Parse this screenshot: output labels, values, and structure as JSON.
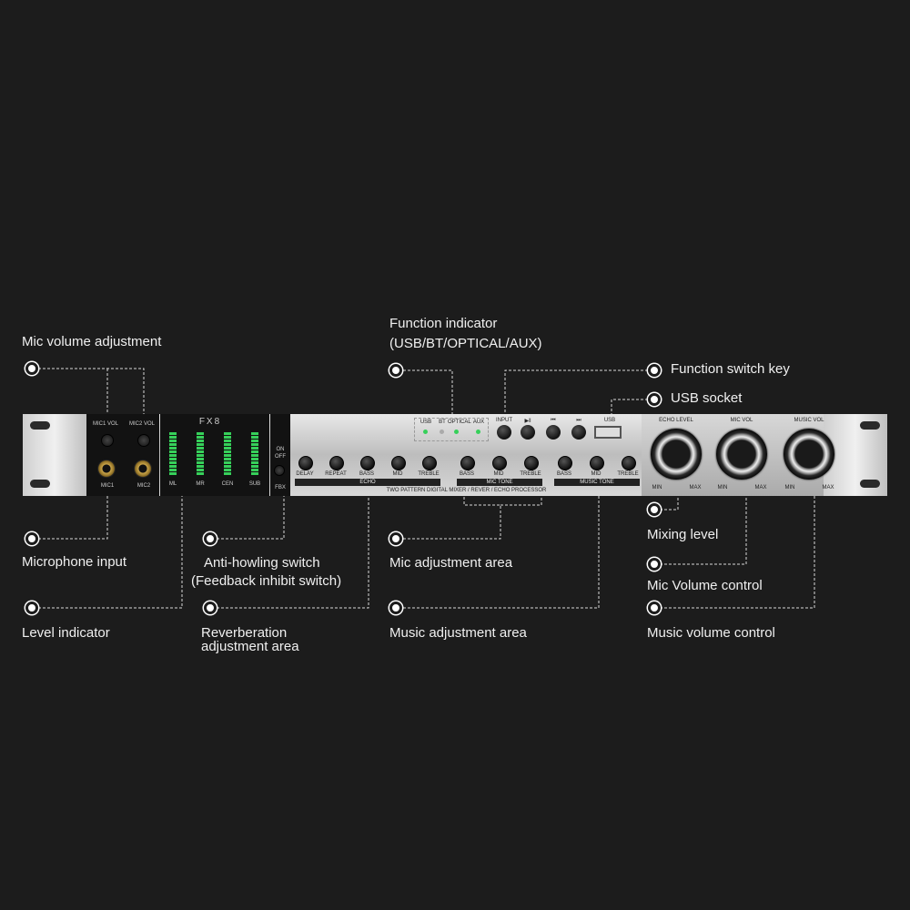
{
  "callouts": {
    "mic_volume_adjustment": "Mic volume adjustment",
    "function_indicator_1": "Function indicator",
    "function_indicator_2": "(USB/BT/OPTICAL/AUX)",
    "function_switch_key": "Function switch key",
    "usb_socket": "USB socket",
    "microphone_input": "Microphone input",
    "anti_howling_1": "Anti-howling switch",
    "anti_howling_2": "(Feedback inhibit switch)",
    "mic_adjustment_area": "Mic adjustment area",
    "mixing_level": "Mixing level",
    "mic_volume_control": "Mic Volume control",
    "level_indicator": "Level indicator",
    "reverb_area_1": "Reverberation",
    "reverb_area_2": "adjustment area",
    "music_adjustment_area": "Music adjustment area",
    "music_volume_control": "Music volume control"
  },
  "device": {
    "model": "FX8",
    "mic1_vol": "MIC1 VOL",
    "mic2_vol": "MIC2 VOL",
    "mic1": "MIC1",
    "mic2": "MIC2",
    "meters": [
      "ML",
      "MR",
      "CEN",
      "SUB"
    ],
    "fbx_on": "ON",
    "fbx_off": "OFF",
    "fbx": "FBX",
    "source_labels": [
      "USB",
      "BT",
      "OPTICAL",
      "AUX"
    ],
    "input_label": "INPUT",
    "usb_label": "USB",
    "echo_knobs": [
      "DELAY",
      "REPEAT",
      "BASS",
      "MID",
      "TREBLE"
    ],
    "mic_tone_knobs": [
      "BASS",
      "MID",
      "TREBLE"
    ],
    "music_tone_knobs": [
      "BASS",
      "MID",
      "TREBLE"
    ],
    "echo_label": "ECHO",
    "mic_tone_label": "MIC TONE",
    "music_tone_label": "MUSIC TONE",
    "processor_label": "TWO PATTERN DIGITAL MIXER / REVER / ECHO PROCESSOR",
    "big_knobs": [
      "ECHO LEVEL",
      "MIC VOL",
      "MUSIC VOL"
    ],
    "min": "MIN",
    "max": "MAX"
  },
  "colors": {
    "background": "#1c1c1c",
    "meter_green": "#36d05a",
    "led_green": "#36d05a"
  }
}
